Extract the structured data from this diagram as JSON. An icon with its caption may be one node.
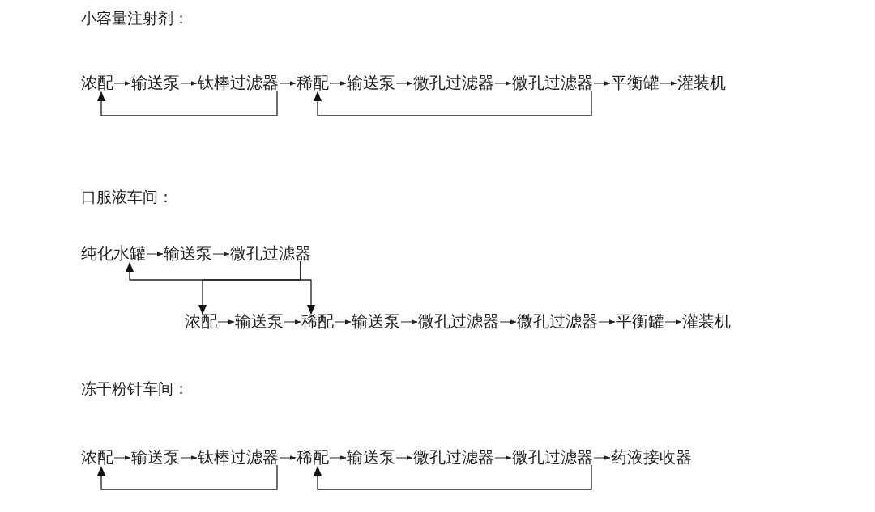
{
  "diagram": {
    "nodes": [
      {
        "text": [
          "浓配"
        ]
      },
      {
        "text": [
          "输送泵"
        ]
      },
      {
        "text": [
          "钛棒过滤器"
        ]
      },
      {
        "text": [
          "稀配"
        ]
      },
      {
        "text": [
          "输送泵"
        ]
      },
      {
        "text": [
          "微孔过滤器"
        ]
      },
      {
        "text": [
          "微孔过滤器"
        ]
      },
      {
        "text": [
          "平衡罐"
        ]
      },
      {
        "text": [
          "灌装机"
        ]
      },
      {
        "text": [
          "纯化水罐"
        ]
      },
      {
        "text": [
          "输送泵"
        ]
      },
      {
        "text": [
          "微孔过滤器"
        ]
      },
      {
        "text": [
          "浓配"
        ]
      },
      {
        "text": [
          "输送泵"
        ]
      },
      {
        "text": [
          "稀配"
        ]
      },
      {
        "text": [
          "输送泵"
        ]
      },
      {
        "text": [
          "微孔过滤器"
        ]
      },
      {
        "text": [
          "微孔过滤器"
        ]
      },
      {
        "text": [
          "平衡罐"
        ]
      },
      {
        "text": [
          "灌装机"
        ]
      },
      {
        "text": [
          "浓配"
        ]
      },
      {
        "text": [
          "输送泵"
        ]
      },
      {
        "text": [
          "钛棒过滤器"
        ]
      },
      {
        "text": [
          "稀配"
        ]
      },
      {
        "text": [
          "输送泵"
        ]
      },
      {
        "text": [
          "微孔过滤器"
        ]
      },
      {
        "text": [
          "微孔过滤器"
        ]
      },
      {
        "text": [
          "药液接收器"
        ]
      }
    ],
    "edges": [
      {
        "from": 0,
        "to": 1,
        "arrow": "to"
      },
      {
        "from": 1,
        "to": 2,
        "arrow": "to"
      },
      {
        "from": 2,
        "to": 3,
        "arrow": "to"
      },
      {
        "from": 3,
        "to": 4,
        "arrow": "to"
      },
      {
        "from": 4,
        "to": 5,
        "arrow": "to"
      },
      {
        "from": 5,
        "to": 6,
        "arrow": "to"
      },
      {
        "from": 6,
        "to": 7,
        "arrow": "to"
      },
      {
        "from": 7,
        "to": 8,
        "arrow": "to"
      },
      {
        "from": 2,
        "to": 0,
        "arrow": "to"
      },
      {
        "from": 6,
        "to": 3,
        "arrow": "to"
      },
      {
        "from": 9,
        "to": 10,
        "arrow": "to"
      },
      {
        "from": 10,
        "to": 11,
        "arrow": "to"
      },
      {
        "from": 11,
        "to": 9,
        "arrow": "to"
      },
      {
        "from": 11,
        "to": 12,
        "arrow": "to"
      },
      {
        "from": 11,
        "to": 14,
        "arrow": "to"
      },
      {
        "from": 12,
        "to": 13,
        "arrow": "to"
      },
      {
        "from": 13,
        "to": 14,
        "arrow": "to"
      },
      {
        "from": 14,
        "to": 15,
        "arrow": "to"
      },
      {
        "from": 15,
        "to": 16,
        "arrow": "to"
      },
      {
        "from": 16,
        "to": 17,
        "arrow": "to"
      },
      {
        "from": 17,
        "to": 18,
        "arrow": "to"
      },
      {
        "from": 18,
        "to": 19,
        "arrow": "to"
      },
      {
        "from": 20,
        "to": 21,
        "arrow": "to"
      },
      {
        "from": 21,
        "to": 22,
        "arrow": "to"
      },
      {
        "from": 22,
        "to": 23,
        "arrow": "to"
      },
      {
        "from": 23,
        "to": 24,
        "arrow": "to"
      },
      {
        "from": 24,
        "to": 25,
        "arrow": "to"
      },
      {
        "from": 25,
        "to": 26,
        "arrow": "to"
      },
      {
        "from": 26,
        "to": 27,
        "arrow": "to"
      },
      {
        "from": 22,
        "to": 20,
        "arrow": "to"
      },
      {
        "from": 26,
        "to": 23,
        "arrow": "to"
      }
    ],
    "labels": [
      "小容量注射剂：",
      "口服液车间：",
      "冻干粉针车间："
    ]
  }
}
